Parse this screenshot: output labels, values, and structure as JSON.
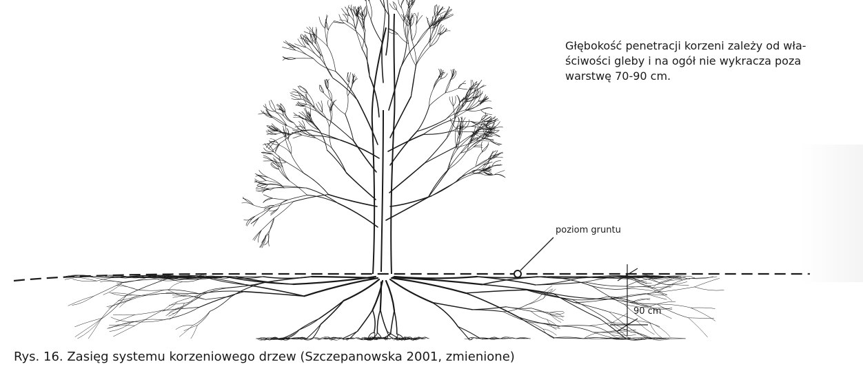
{
  "description": {
    "lines": [
      "Głębokość penetracji korzeni zależy od wła-",
      "ściwości gleby i na ogół nie wykracza poza",
      "warstwę 70-90 cm."
    ]
  },
  "labels": {
    "ground_level": "poziom gruntu",
    "depth": "90 cm"
  },
  "caption": {
    "prefix": "Rys. 16.",
    "text": " Zasięg systemu korzeniowego drzew (Szczepanowska 2001, zmienione)"
  },
  "colors": {
    "ink": "#1a1a1a",
    "background": "#ffffff"
  }
}
